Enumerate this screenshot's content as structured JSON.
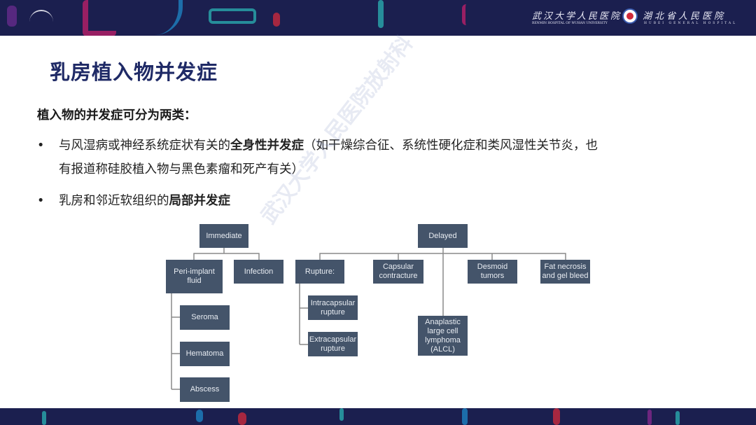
{
  "header": {
    "logo_left": "crane-logo",
    "hospital1_cn": "武汉大学人民医院",
    "hospital1_en": "RENMIN HOSPITAL OF WUHAN UNIVERSITY",
    "hospital2_cn": "湖北省人民医院",
    "hospital2_en": "HUBEI GENERAL HOSPITAL",
    "colors": {
      "band": "#1b1f4f",
      "title": "#1f2a66",
      "node": "#44546a"
    }
  },
  "slide": {
    "title": "乳房植入物并发症",
    "intro": "植入物的并发症可分为两类：",
    "bullets": [
      {
        "pre": "与风湿病或神经系统症状有关的",
        "bold": "全身性并发症",
        "post": "（如干燥综合征、系统性硬化症和类风湿性关节炎，也",
        "line2": "有报道称硅胶植入物与黑色素瘤和死产有关）"
      },
      {
        "pre": "乳房和邻近软组织的",
        "bold": "局部并发症",
        "post": ""
      }
    ],
    "watermark": "武汉大学人民医院放射科"
  },
  "diagram": {
    "immediate": {
      "label": "Immediate",
      "children": [
        "Peri-implant fluid",
        "Infection"
      ],
      "fluid_children": [
        "Seroma",
        "Hematoma",
        "Abscess"
      ]
    },
    "delayed": {
      "label": "Delayed",
      "children": [
        "Rupture:",
        "Capsular contracture",
        "Desmoid tumors",
        "Fat necrosis and gel bleed",
        "Anaplastic large cell lymphoma (ALCL)"
      ],
      "rupture_children": [
        "Intracapsular rupture",
        "Extracapsular rupture"
      ]
    }
  }
}
